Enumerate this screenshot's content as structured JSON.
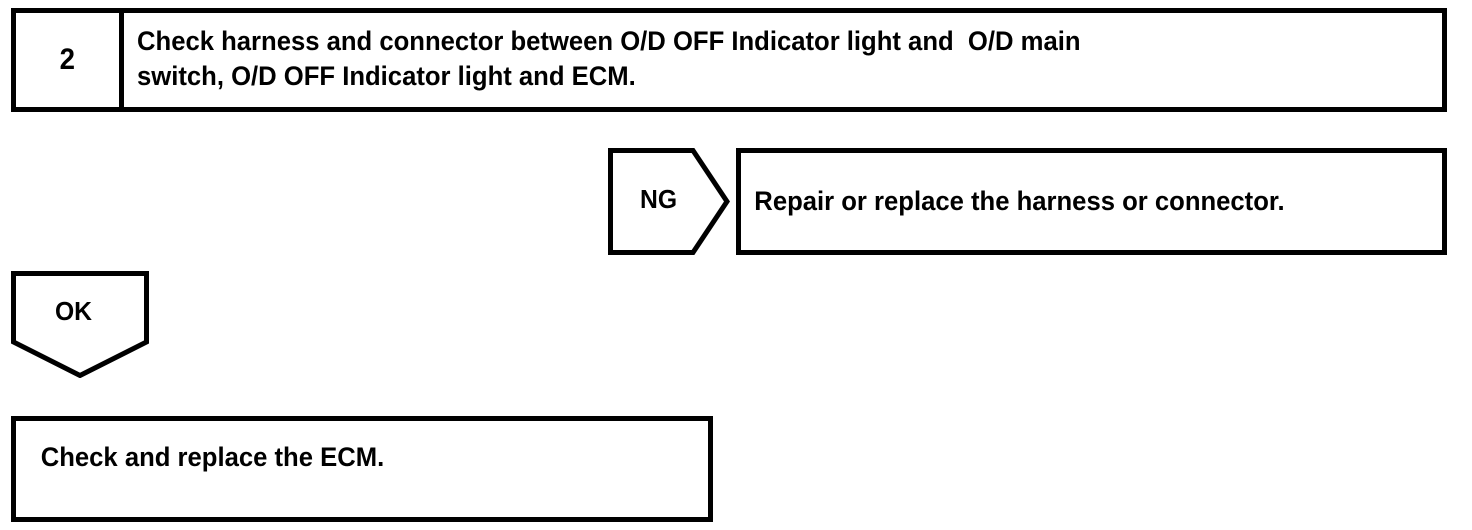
{
  "diagram": {
    "type": "troubleshooting-flowchart",
    "colors": {
      "ink": "#000000",
      "paper": "#ffffff"
    },
    "step": {
      "number": "2",
      "text_line1": "Check harness and connector between O/D OFF Indicator light and  O/D main",
      "text_line2": "switch, O/D OFF Indicator light and ECM."
    },
    "branches": {
      "ng": {
        "label": "NG",
        "direction": "right",
        "result": "Repair or replace the harness or connector."
      },
      "ok": {
        "label": "OK",
        "direction": "down",
        "result": "Check and replace the ECM."
      }
    }
  }
}
